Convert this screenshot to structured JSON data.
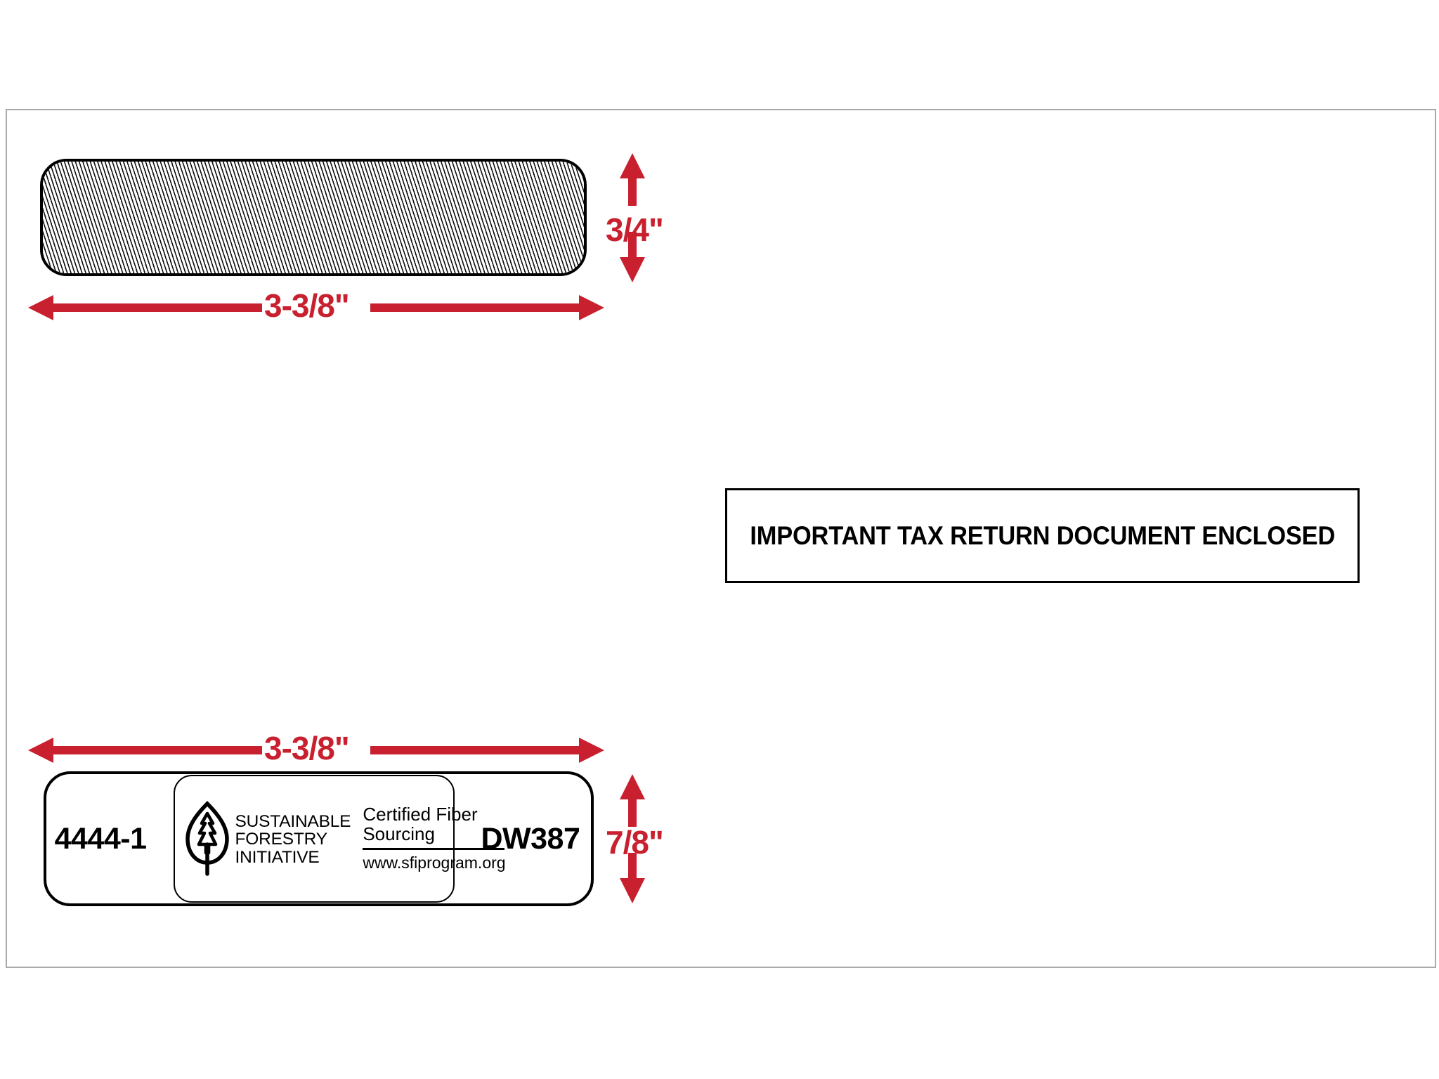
{
  "document": {
    "type": "envelope-specification-diagram",
    "title": "Double Window Tax Envelope Specification"
  },
  "envelope": {
    "border_color": "#a9a9ad",
    "background": "#ffffff"
  },
  "windows": {
    "top": {
      "name": "address-window-top",
      "fill": "hatched",
      "width_label": "3-3/8\"",
      "height_label": "3/4\""
    },
    "bottom": {
      "name": "address-window-bottom",
      "fill": "plain",
      "width_label": "3-3/8\"",
      "height_label": "7/8\"",
      "code_left": "4444-1",
      "code_right": "DW387"
    }
  },
  "sfi_badge": {
    "logo_name": "sfi-leaf-logo",
    "line1": "SUSTAINABLE",
    "line2": "FORESTRY",
    "line3": "INITIATIVE",
    "certification_line1": "Certified Fiber",
    "certification_line2": "Sourcing",
    "url": "www.sfiprogram.org"
  },
  "tax_notice": {
    "text": "IMPORTANT TAX RETURN DOCUMENT ENCLOSED"
  },
  "dimensions": {
    "accent_color": "#c8202e",
    "top_width": "3-3/8\"",
    "top_height": "3/4\"",
    "bottom_width": "3-3/8\"",
    "bottom_height": "7/8\""
  }
}
